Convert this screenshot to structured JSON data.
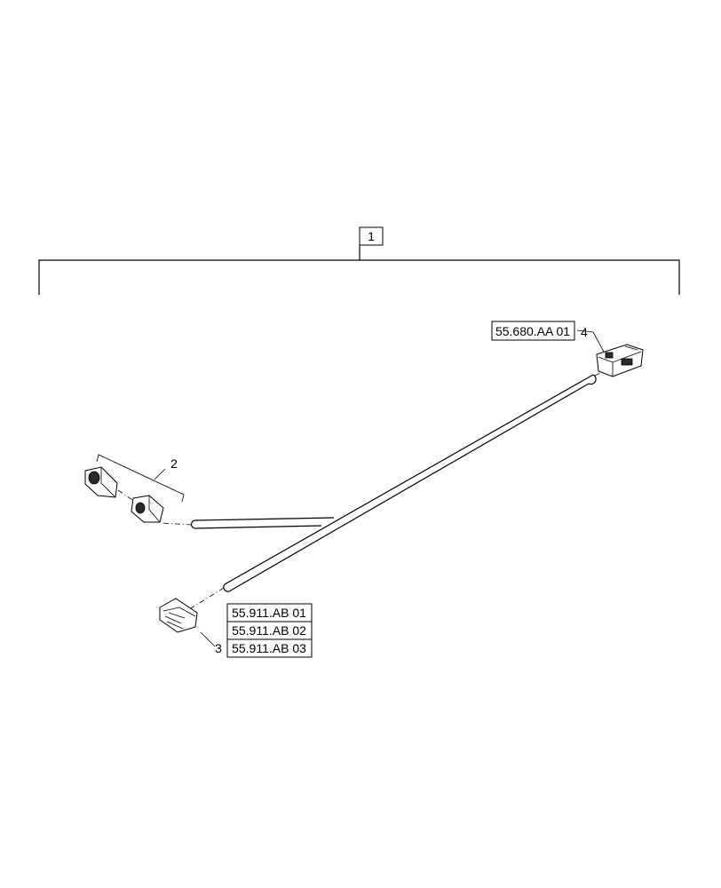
{
  "callouts": {
    "assembly": "1",
    "connector_pair": "2",
    "connector_left": "3",
    "connector_right": "4"
  },
  "references": {
    "connector_right": [
      "55.680.AA 01"
    ],
    "connector_left": [
      "55.911.AB 01",
      "55.911.AB 02",
      "55.911.AB 03"
    ]
  }
}
